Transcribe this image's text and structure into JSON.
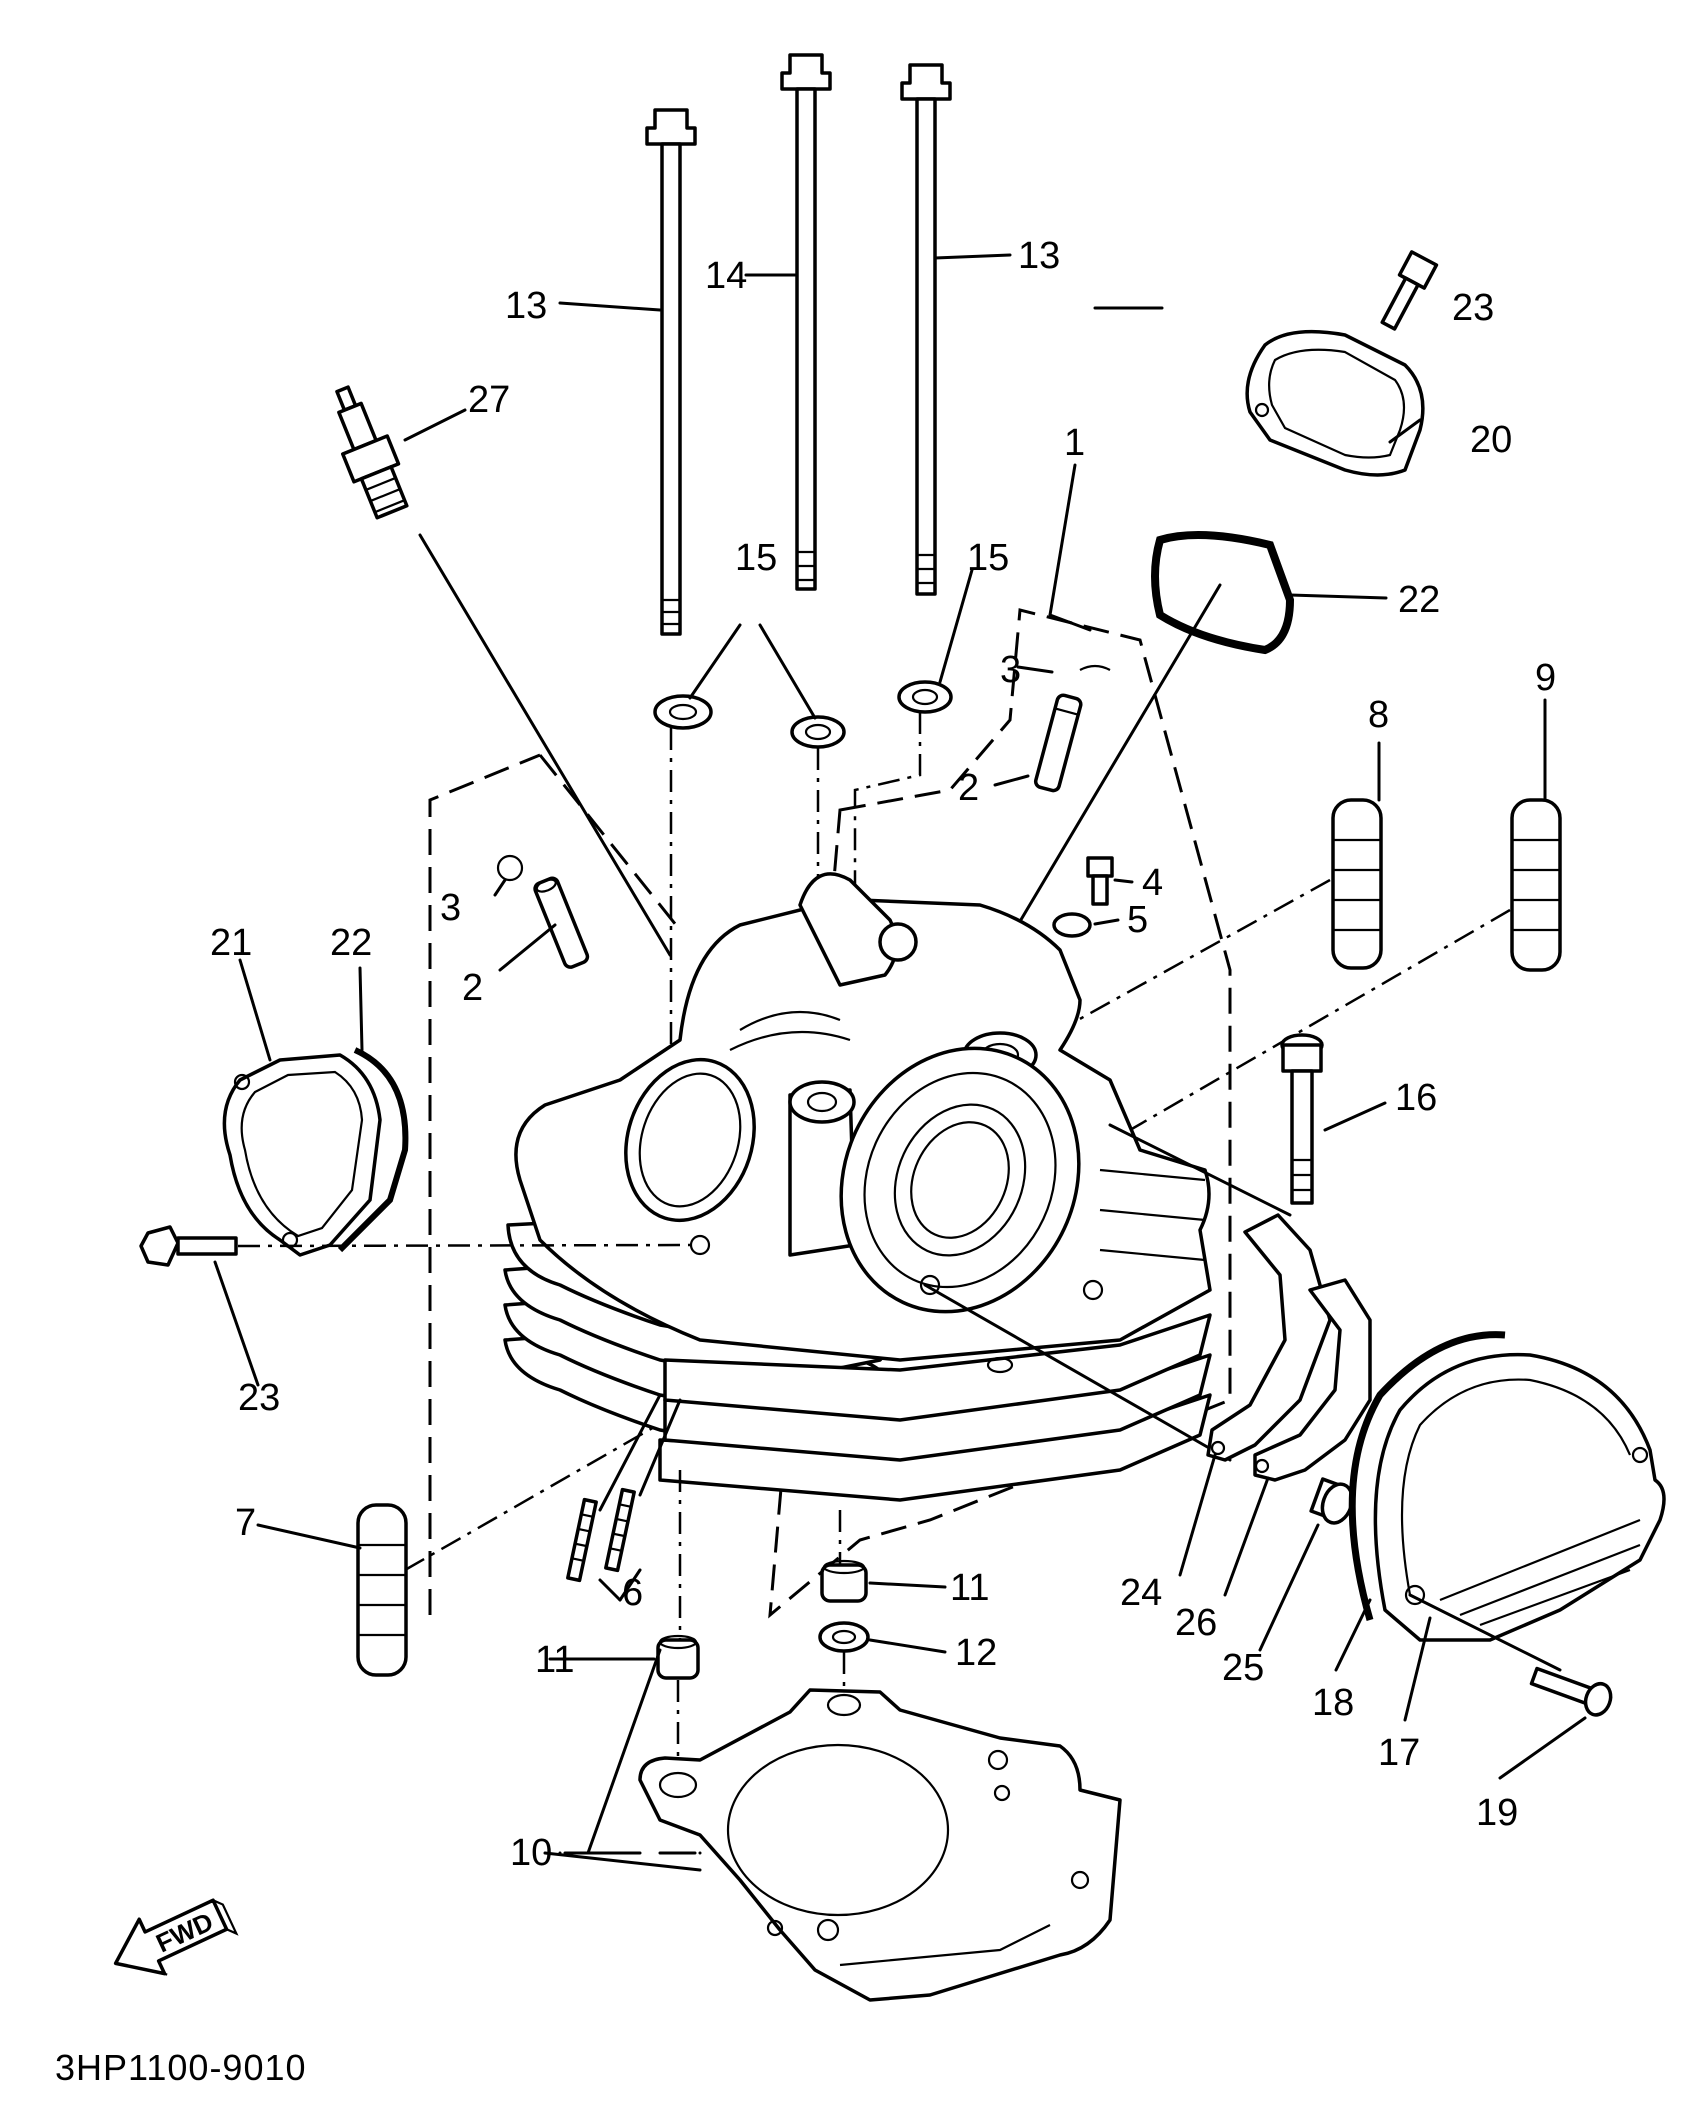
{
  "diagram": {
    "part_code": "3HP1100-9010",
    "fwd_label": "FWD",
    "callouts": [
      "1",
      "2",
      "2",
      "3",
      "3",
      "4",
      "5",
      "6",
      "7",
      "8",
      "9",
      "10",
      "11",
      "11",
      "12",
      "13",
      "13",
      "14",
      "15",
      "15",
      "16",
      "17",
      "18",
      "19",
      "20",
      "21",
      "22",
      "22",
      "23",
      "23",
      "24",
      "25",
      "26",
      "27"
    ]
  }
}
